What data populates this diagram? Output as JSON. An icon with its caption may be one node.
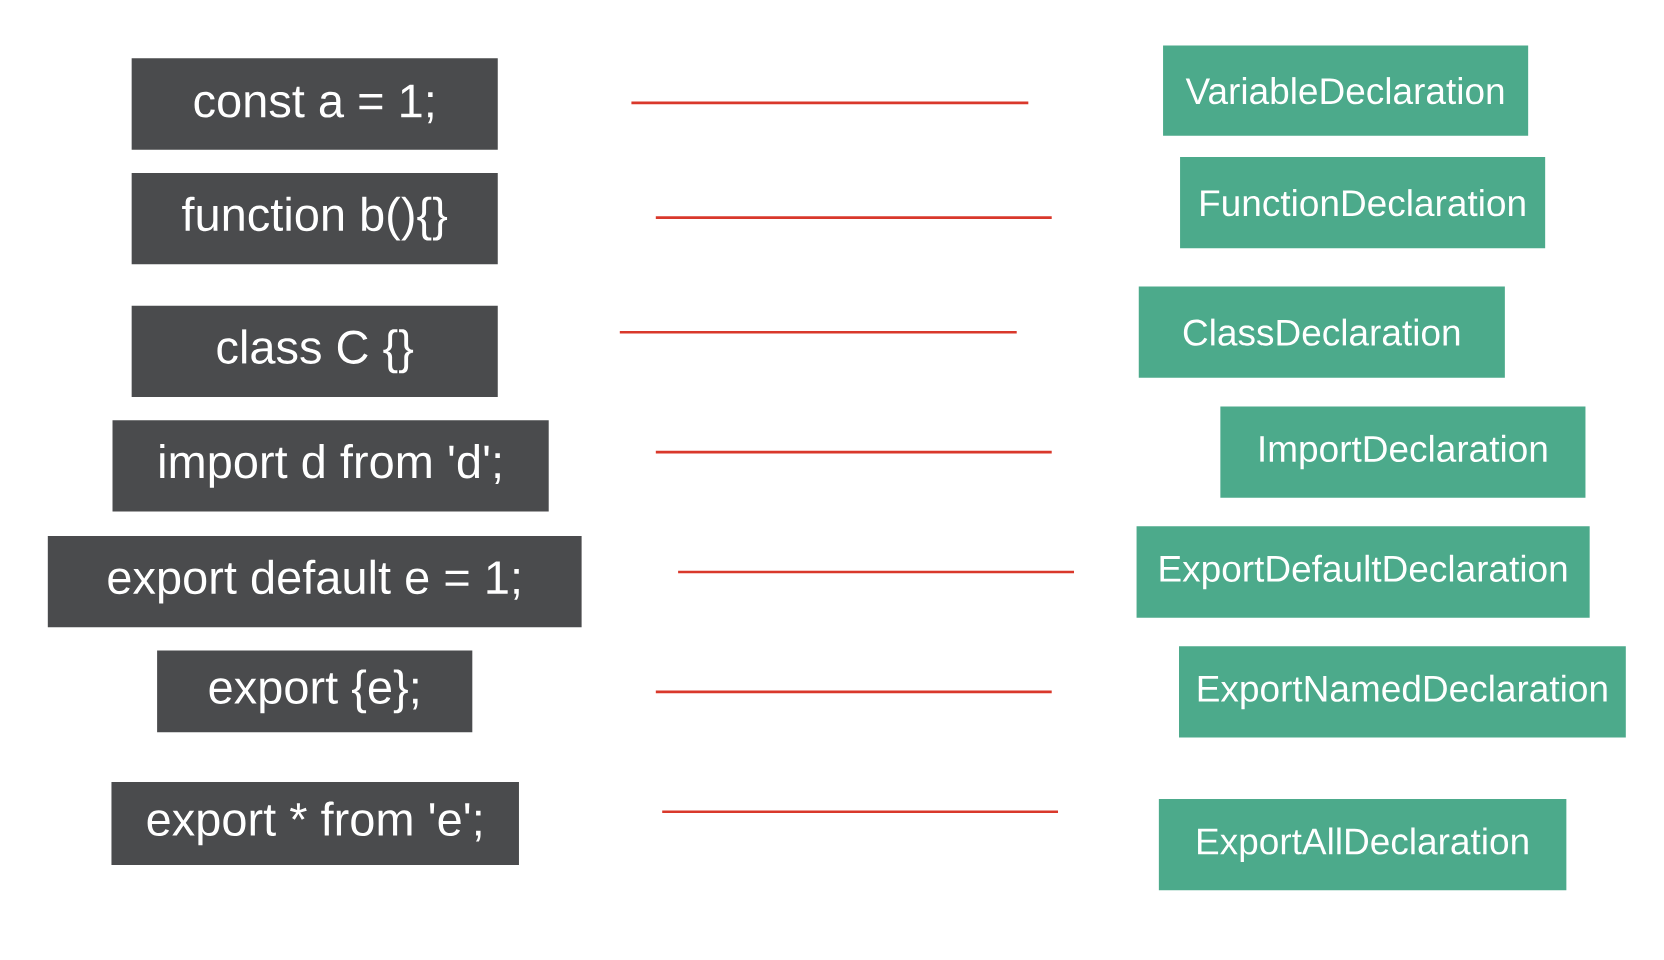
{
  "diagram": {
    "nodes": [
      {
        "text": [
          "const a = 1;"
        ]
      },
      {
        "text": [
          "function b(){}"
        ]
      },
      {
        "text": [
          "class C {}"
        ]
      },
      {
        "text": [
          "import d from 'd';"
        ]
      },
      {
        "text": [
          "export default e = 1;"
        ]
      },
      {
        "text": [
          "export {e};"
        ]
      },
      {
        "text": [
          "export * from 'e';"
        ]
      },
      {
        "text": [
          "VariableDeclaration"
        ]
      },
      {
        "text": [
          "FunctionDeclaration"
        ]
      },
      {
        "text": [
          "ClassDeclaration"
        ]
      },
      {
        "text": [
          "ImportDeclaration"
        ]
      },
      {
        "text": [
          "ExportDefaultDeclaration"
        ]
      },
      {
        "text": [
          "ExportNamedDeclaration"
        ]
      },
      {
        "text": [
          "ExportAllDeclaration"
        ]
      }
    ]
  }
}
